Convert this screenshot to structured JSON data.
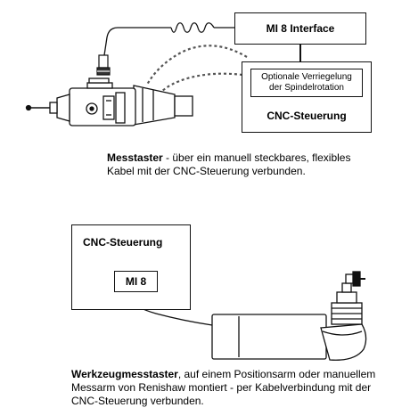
{
  "top": {
    "mi8_interface": "MI 8 Interface",
    "optional_lock": [
      "Optionale Verriegelung",
      "der Spindelrotation"
    ],
    "cnc_label": "CNC-Steuerung",
    "caption_bold": "Messtaster",
    "caption_rest_1": " - über ein manuell steckbares, flexibles",
    "caption_line_2": "Kabel mit der CNC-Steuerung verbunden."
  },
  "bottom": {
    "cnc_label": "CNC-Steuerung",
    "mi8_label": "MI 8",
    "caption_bold": "Werkzeugmesstaster",
    "caption_rest_1": ", auf einem Positionsarm oder manuellem",
    "caption_line_2": "Messarm von Renishaw montiert - per Kabelverbindung mit der",
    "caption_line_3": "CNC-Steuerung verbunden."
  },
  "colors": {
    "line": "#111111",
    "background": "#ffffff"
  }
}
